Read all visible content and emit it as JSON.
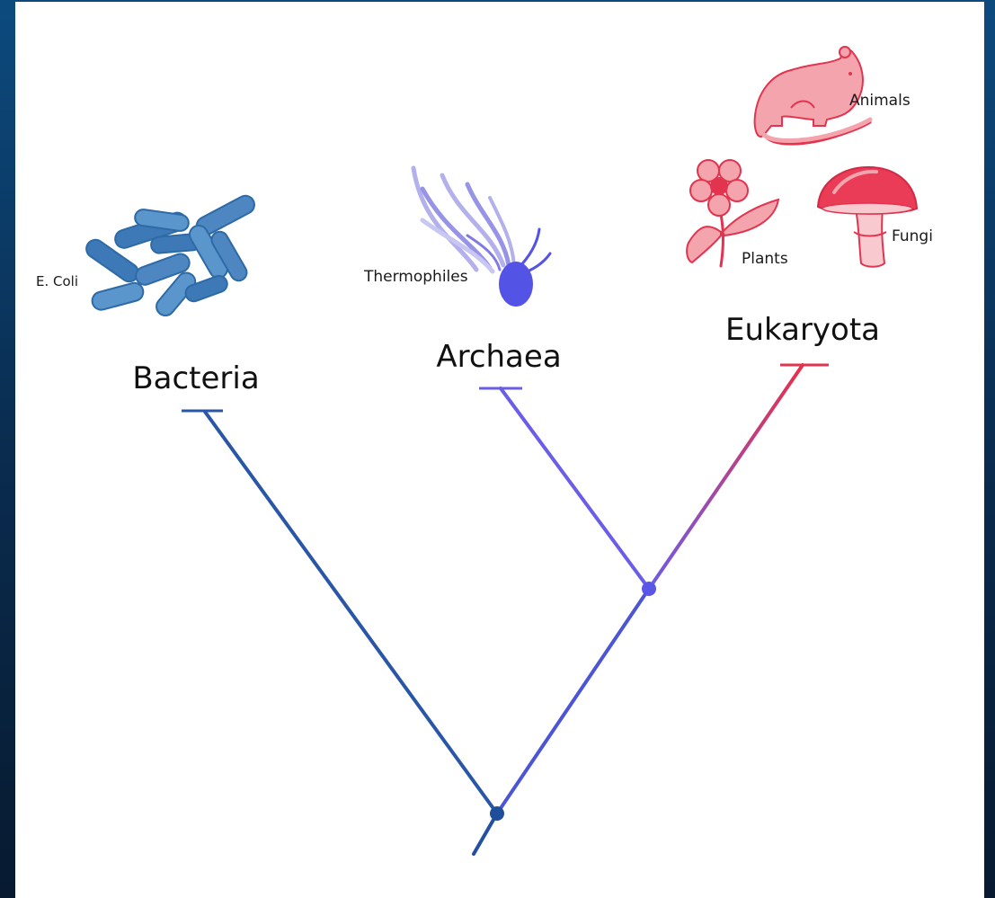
{
  "diagram": {
    "domains": [
      {
        "id": "bacteria",
        "label": "Bacteria",
        "color": "#2a5aaa"
      },
      {
        "id": "archaea",
        "label": "Archaea",
        "color": "#6a5ee8"
      },
      {
        "id": "eukaryota",
        "label": "Eukaryota",
        "color": "#e2344f"
      }
    ],
    "examples": {
      "ecoli": "E. Coli",
      "thermophiles": "Thermophiles",
      "animals": "Animals",
      "plants": "Plants",
      "fungi": "Fungi"
    },
    "colors": {
      "background": "#0b3a66",
      "panel": "#ffffff",
      "root_node": "#1f4f9a",
      "inner_node": "#5b57e6",
      "bacteria_fill": "#4d86c0",
      "archaea_fill": "#5353e6",
      "archaea_light": "#b9b7ee",
      "eukaryote_fill": "#f4a4ad",
      "eukaryote_stroke": "#e2344f"
    }
  }
}
